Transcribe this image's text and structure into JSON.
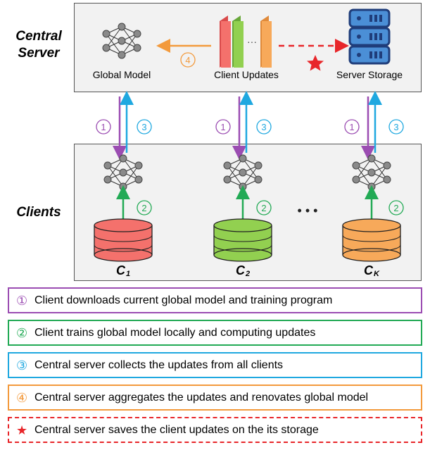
{
  "labels": {
    "central_server_line1": "Central",
    "central_server_line2": "Server",
    "clients": "Clients"
  },
  "server": {
    "global_model": "Global Model",
    "client_updates": "Client Updates",
    "server_storage": "Server Storage",
    "updates_ellipsis": "···"
  },
  "step_markers": {
    "one": "1",
    "two": "2",
    "three": "3",
    "four": "4"
  },
  "clients": [
    {
      "name": "C",
      "sub": "1",
      "color": "#f4716c"
    },
    {
      "name": "C",
      "sub": "2",
      "color": "#92d050"
    },
    {
      "name": "C",
      "sub": "K",
      "color": "#f7a95a"
    }
  ],
  "clients_ellipsis": "• • •",
  "legend": [
    {
      "symbol": "①",
      "text": "Client downloads current global model and training program",
      "color": "#9b4db2"
    },
    {
      "symbol": "②",
      "text": "Client trains global model locally and computing updates",
      "color": "#22aa55"
    },
    {
      "symbol": "③",
      "text": "Central server collects the updates from all clients",
      "color": "#1fa8e0"
    },
    {
      "symbol": "④",
      "text": "Central server aggregates the updates and renovates global model",
      "color": "#f39a3c"
    },
    {
      "symbol": "★",
      "text": "Central server saves the client updates on the its storage",
      "color": "#e8262a"
    }
  ],
  "colors": {
    "purple": "#9b4db2",
    "green": "#22aa55",
    "blue": "#1fa8e0",
    "orange": "#f39a3c",
    "red": "#e8262a",
    "storage": "#1f3d7a",
    "storage_fill": "#4b8fd6"
  }
}
